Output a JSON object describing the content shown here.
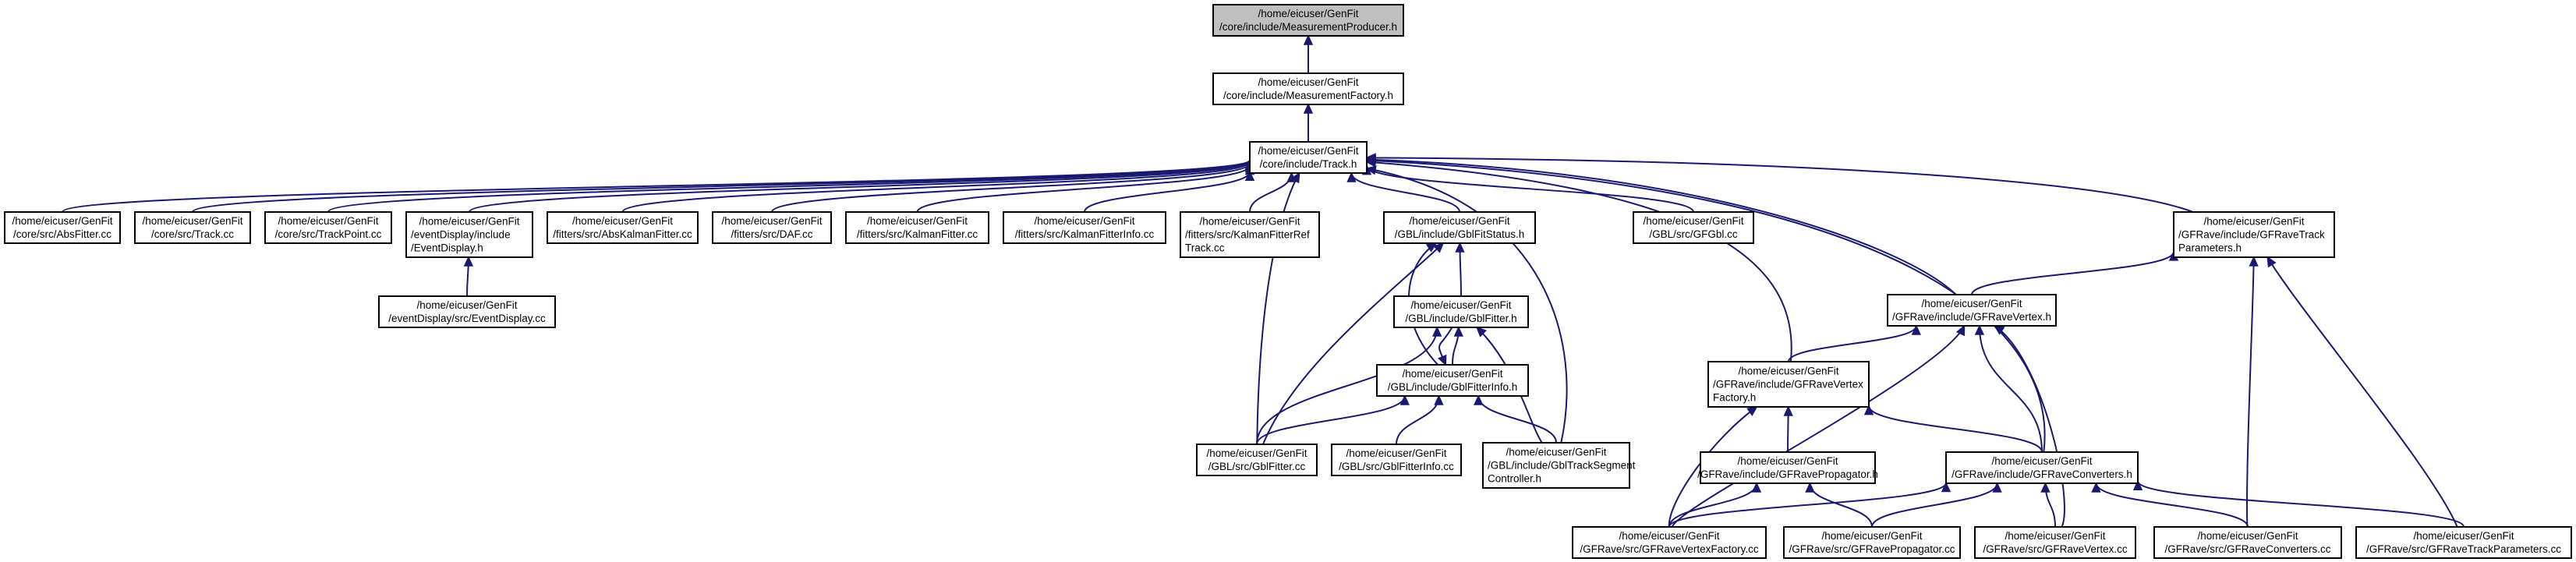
{
  "graph": {
    "colors": {
      "edge": "#191970",
      "root_fill": "#bfbfbf",
      "node_fill": "#ffffff",
      "node_border": "#000000"
    },
    "nodes": [
      {
        "id": "measprod",
        "lines": [
          "/home/eicuser/GenFit",
          "/core/include/MeasurementProducer.h"
        ],
        "root": true
      },
      {
        "id": "measfact",
        "lines": [
          "/home/eicuser/GenFit",
          "/core/include/MeasurementFactory.h"
        ]
      },
      {
        "id": "track_h",
        "lines": [
          "/home/eicuser/GenFit",
          "/core/include/Track.h"
        ]
      },
      {
        "id": "absfitter",
        "lines": [
          "/home/eicuser/GenFit",
          "/core/src/AbsFitter.cc"
        ]
      },
      {
        "id": "track_cc",
        "lines": [
          "/home/eicuser/GenFit",
          "/core/src/Track.cc"
        ]
      },
      {
        "id": "trackpoint",
        "lines": [
          "/home/eicuser/GenFit",
          "/core/src/TrackPoint.cc"
        ]
      },
      {
        "id": "evdisp_h",
        "lines": [
          "/home/eicuser/GenFit",
          "/eventDisplay/include",
          "/EventDisplay.h"
        ]
      },
      {
        "id": "abskalman",
        "lines": [
          "/home/eicuser/GenFit",
          "/fitters/src/AbsKalmanFitter.cc"
        ]
      },
      {
        "id": "daf",
        "lines": [
          "/home/eicuser/GenFit",
          "/fitters/src/DAF.cc"
        ]
      },
      {
        "id": "kalman",
        "lines": [
          "/home/eicuser/GenFit",
          "/fitters/src/KalmanFitter.cc"
        ]
      },
      {
        "id": "kalmaninfo",
        "lines": [
          "/home/eicuser/GenFit",
          "/fitters/src/KalmanFitterInfo.cc"
        ]
      },
      {
        "id": "kalmanref",
        "lines": [
          "/home/eicuser/GenFit",
          "/fitters/src/KalmanFitterRef",
          "Track.cc"
        ]
      },
      {
        "id": "gblstatus",
        "lines": [
          "/home/eicuser/GenFit",
          "/GBL/include/GblFitStatus.h"
        ]
      },
      {
        "id": "gfgbl",
        "lines": [
          "/home/eicuser/GenFit",
          "/GBL/src/GFGbl.cc"
        ]
      },
      {
        "id": "gfravetrackparams_h",
        "lines": [
          "/home/eicuser/GenFit",
          "/GFRave/include/GFRaveTrack",
          "Parameters.h"
        ]
      },
      {
        "id": "evdisp_cc",
        "lines": [
          "/home/eicuser/GenFit",
          "/eventDisplay/src/EventDisplay.cc"
        ]
      },
      {
        "id": "gblfitter_h",
        "lines": [
          "/home/eicuser/GenFit",
          "/GBL/include/GblFitter.h"
        ]
      },
      {
        "id": "gfravevertex_h",
        "lines": [
          "/home/eicuser/GenFit",
          "/GFRave/include/GFRaveVertex.h"
        ]
      },
      {
        "id": "gblfitterinfo_h",
        "lines": [
          "/home/eicuser/GenFit",
          "/GBL/include/GblFitterInfo.h"
        ]
      },
      {
        "id": "gfravevertexfactory_h",
        "lines": [
          "/home/eicuser/GenFit",
          "/GFRave/include/GFRaveVertex",
          "Factory.h"
        ]
      },
      {
        "id": "gblfitter_cc",
        "lines": [
          "/home/eicuser/GenFit",
          "/GBL/src/GblFitter.cc"
        ]
      },
      {
        "id": "gblfitterinfo_cc",
        "lines": [
          "/home/eicuser/GenFit",
          "/GBL/src/GblFitterInfo.cc"
        ]
      },
      {
        "id": "gbltrackseg_h",
        "lines": [
          "/home/eicuser/GenFit",
          "/GBL/include/GblTrackSegment",
          "Controller.h"
        ]
      },
      {
        "id": "gfravepropagator_h",
        "lines": [
          "/home/eicuser/GenFit",
          "/GFRave/include/GFRavePropagator.h"
        ]
      },
      {
        "id": "gfraveconverters_h",
        "lines": [
          "/home/eicuser/GenFit",
          "/GFRave/include/GFRaveConverters.h"
        ]
      },
      {
        "id": "gfravevertexfactory_cc",
        "lines": [
          "/home/eicuser/GenFit",
          "/GFRave/src/GFRaveVertexFactory.cc"
        ]
      },
      {
        "id": "gfravepropagator_cc",
        "lines": [
          "/home/eicuser/GenFit",
          "/GFRave/src/GFRavePropagator.cc"
        ]
      },
      {
        "id": "gfravevertex_cc",
        "lines": [
          "/home/eicuser/GenFit",
          "/GFRave/src/GFRaveVertex.cc"
        ]
      },
      {
        "id": "gfraveconverters_cc",
        "lines": [
          "/home/eicuser/GenFit",
          "/GFRave/src/GFRaveConverters.cc"
        ]
      },
      {
        "id": "gfravetrackparams_cc",
        "lines": [
          "/home/eicuser/GenFit",
          "/GFRave/src/GFRaveTrackParameters.cc"
        ]
      }
    ],
    "edges": [
      [
        "measfact",
        "measprod"
      ],
      [
        "track_h",
        "measfact"
      ],
      [
        "absfitter",
        "track_h"
      ],
      [
        "track_cc",
        "track_h"
      ],
      [
        "trackpoint",
        "track_h"
      ],
      [
        "evdisp_h",
        "track_h"
      ],
      [
        "abskalman",
        "track_h"
      ],
      [
        "daf",
        "track_h"
      ],
      [
        "kalman",
        "track_h"
      ],
      [
        "kalmaninfo",
        "track_h"
      ],
      [
        "kalmanref",
        "track_h"
      ],
      [
        "gblstatus",
        "track_h"
      ],
      [
        "gfgbl",
        "track_h"
      ],
      [
        "gfravetrackparams_h",
        "track_h"
      ],
      [
        "gfravevertex_h",
        "track_h"
      ],
      [
        "gfravevertexfactory_h",
        "track_h"
      ],
      [
        "gfraveconverters_h",
        "track_h"
      ],
      [
        "gblfitter_cc",
        "track_h"
      ],
      [
        "gbltrackseg_h",
        "track_h"
      ],
      [
        "evdisp_cc",
        "evdisp_h"
      ],
      [
        "gblfitter_h",
        "gblstatus"
      ],
      [
        "gblfitterinfo_h",
        "gblstatus"
      ],
      [
        "gblfitter_cc",
        "gblstatus"
      ],
      [
        "gblfitterinfo_h",
        "gblfitter_h"
      ],
      [
        "gblfitter_cc",
        "gblfitter_h"
      ],
      [
        "gbltrackseg_h",
        "gblfitter_h"
      ],
      [
        "gblfitter_h",
        "gblfitterinfo_h"
      ],
      [
        "gblfitter_cc",
        "gblfitterinfo_h"
      ],
      [
        "gblfitterinfo_cc",
        "gblfitterinfo_h"
      ],
      [
        "gbltrackseg_h",
        "gblfitterinfo_h"
      ],
      [
        "gfravevertex_h",
        "gfravetrackparams_h"
      ],
      [
        "gfraveconverters_cc",
        "gfravetrackparams_h"
      ],
      [
        "gfravetrackparams_cc",
        "gfravetrackparams_h"
      ],
      [
        "gfravevertexfactory_h",
        "gfravevertex_h"
      ],
      [
        "gfraveconverters_h",
        "gfravevertex_h"
      ],
      [
        "gfravevertexfactory_cc",
        "gfravevertex_h"
      ],
      [
        "gfravevertex_cc",
        "gfravevertex_h"
      ],
      [
        "gfravepropagator_h",
        "gfravevertexfactory_h"
      ],
      [
        "gfraveconverters_h",
        "gfravevertexfactory_h"
      ],
      [
        "gfravevertexfactory_cc",
        "gfravevertexfactory_h"
      ],
      [
        "gfravevertexfactory_cc",
        "gfravepropagator_h"
      ],
      [
        "gfravepropagator_cc",
        "gfravepropagator_h"
      ],
      [
        "gfravevertexfactory_cc",
        "gfraveconverters_h"
      ],
      [
        "gfravepropagator_cc",
        "gfraveconverters_h"
      ],
      [
        "gfravevertex_cc",
        "gfraveconverters_h"
      ],
      [
        "gfraveconverters_cc",
        "gfraveconverters_h"
      ],
      [
        "gfravetrackparams_cc",
        "gfraveconverters_h"
      ]
    ]
  }
}
